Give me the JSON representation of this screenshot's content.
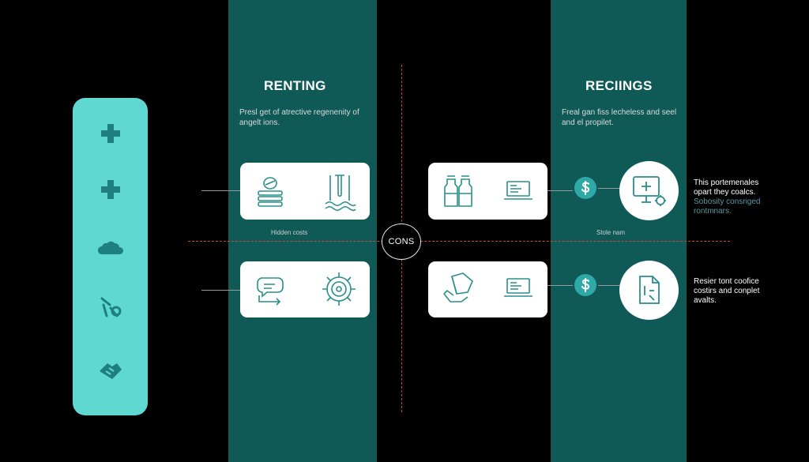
{
  "colors": {
    "background": "#000000",
    "band": "#0f5a57",
    "sidebar": "#5fd8d2",
    "icon_teal": "#1f7f80",
    "dashed_line": "#c84a3c",
    "note_teal": "#5d97a3"
  },
  "sidebar": {
    "icons": [
      "plus-icon",
      "plus-icon",
      "cloud-icon",
      "tools-icon",
      "handshake-icon"
    ]
  },
  "left": {
    "heading": "RENTING",
    "description": [
      "Presl get of atrective regenenity of",
      "angelt ions."
    ],
    "caption": "Hidden costs",
    "card_top_icons": [
      "coin-stack-icon",
      "water-level-icon"
    ],
    "card_bottom_icons": [
      "chat-arrow-icon",
      "gear-target-icon"
    ]
  },
  "center": {
    "label": "CONS"
  },
  "right": {
    "heading": "RECIINGS",
    "description": [
      "Freal gan fiss lecheless and seel",
      "and el propilet."
    ],
    "caption": "Stole nam",
    "card_top_icons": [
      "bottles-icon",
      "laptop-icon"
    ],
    "card_bottom_icons": [
      "package-hand-icon",
      "laptop-icon"
    ],
    "currency_icons": [
      "dollar-icon",
      "dollar-icon"
    ],
    "circle_icons": [
      "monitor-plus-icon",
      "document-icon"
    ]
  },
  "notes": {
    "top": {
      "lines": [
        "This portemenales",
        "opart they coalcs."
      ],
      "accent_lines": [
        "Sobosity consriged",
        "rontmnars."
      ]
    },
    "bottom": {
      "lines": [
        "Resier tont coofice",
        "costirs and conplet",
        "avalts."
      ]
    }
  }
}
